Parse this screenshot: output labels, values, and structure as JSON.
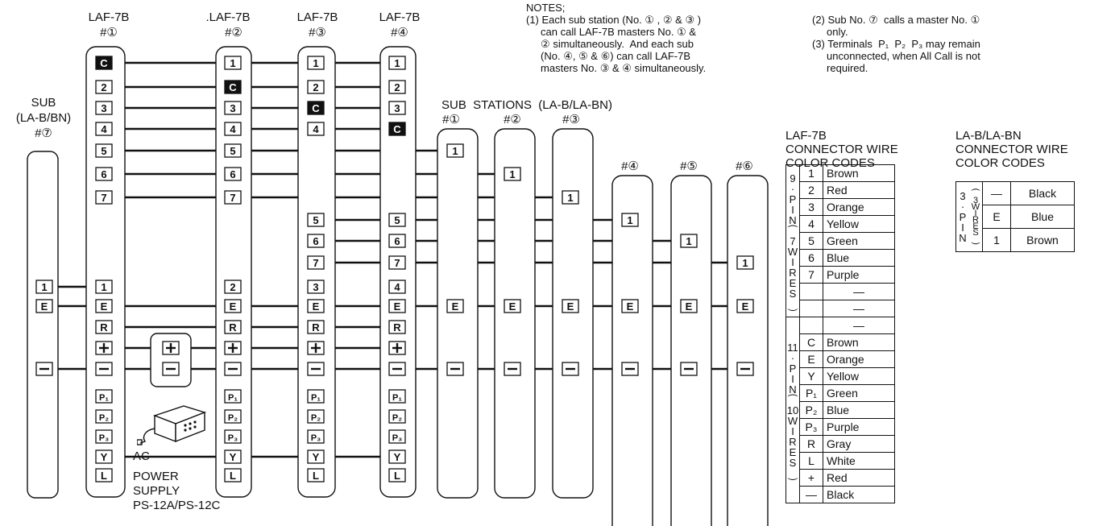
{
  "masters": [
    {
      "label": "LAF-7B",
      "num": "#①"
    },
    {
      "label": ".LAF-7B",
      "num": "#②"
    },
    {
      "label": "LAF-7B",
      "num": "#③"
    },
    {
      "label": "LAF-7B",
      "num": "#④"
    }
  ],
  "sub7": {
    "label": "SUB\n(LA-B/BN)\n#⑦"
  },
  "sub_stations_title": "SUB  STATIONS  (LA-B/LA-BN)",
  "subs": [
    "#①",
    "#②",
    "#③",
    "#④",
    "#⑤",
    "#⑥"
  ],
  "power_supply": {
    "ac": "AC",
    "label": "POWER\nSUPPLY\nPS-12A/PS-12C"
  },
  "notes": {
    "heading": "NOTES;",
    "n1": "(1) Each sub station (No. ① , ② & ③ )\n     can call LAF-7B masters No. ① &\n     ② simultaneously.  And each sub\n     (No. ④, ⑤ & ⑥) can call LAF-7B\n     masters No. ③ & ④ simultaneously.",
    "n2": "(2) Sub No. ⑦  calls a master No. ①\n     only.",
    "n3": "(3) Terminals  P₁  P₂  P₃ may remain\n     unconnected, when All Call is not\n     required."
  },
  "laf_table": {
    "title": "LAF-7B\nCONNECTOR WIRE\nCOLOR CODES",
    "g1": "9\n·\nP\nI\nN\n⏜\n7\nW\nI\nR\nE\nS\n⏝",
    "g2": "11\n·\nP\nI\nN\n⏜\n10\nW\nI\nR\nE\nS\n⏝",
    "rows9": [
      [
        "1",
        "Brown"
      ],
      [
        "2",
        "Red"
      ],
      [
        "3",
        "Orange"
      ],
      [
        "4",
        "Yellow"
      ],
      [
        "5",
        "Green"
      ],
      [
        "6",
        "Blue"
      ],
      [
        "7",
        "Purple"
      ],
      [
        "",
        "—"
      ],
      [
        "",
        "—"
      ]
    ],
    "rows11": [
      [
        "",
        "—"
      ],
      [
        "C",
        "Brown"
      ],
      [
        "E",
        "Orange"
      ],
      [
        "Y",
        "Yellow"
      ],
      [
        "P₁",
        "Green"
      ],
      [
        "P₂",
        "Blue"
      ],
      [
        "P₃",
        "Purple"
      ],
      [
        "R",
        "Gray"
      ],
      [
        "L",
        "White"
      ],
      [
        "+",
        "Red"
      ],
      [
        "—",
        "Black"
      ]
    ]
  },
  "la_table": {
    "title": "LA-B/LA-BN\nCONNECTOR WIRE\nCOLOR CODES",
    "g": "3\n·\nP\nI\nN",
    "g2": "⏜\n3\nW\nI\nR\nE\nS\n⏝",
    "rows": [
      [
        "—",
        "Black"
      ],
      [
        "E",
        "Blue"
      ],
      [
        "1",
        "Brown"
      ]
    ]
  },
  "terminals": {
    "m1": [
      "C",
      "2",
      "3",
      "4",
      "5",
      "6",
      "7",
      "1",
      "E",
      "R",
      "+",
      "—",
      "P₁",
      "P₂",
      "P₃",
      "Y",
      "L"
    ],
    "m2": [
      "1",
      "C",
      "3",
      "4",
      "5",
      "6",
      "7",
      "2",
      "E",
      "R",
      "+",
      "—",
      "P₁",
      "P₂",
      "P₃",
      "Y",
      "L"
    ],
    "m3": [
      "1",
      "2",
      "C",
      "4",
      "5",
      "6",
      "7",
      "3",
      "E",
      "R",
      "+",
      "—",
      "P₁",
      "P₂",
      "P₃",
      "Y",
      "L"
    ],
    "m4": [
      "1",
      "2",
      "3",
      "C",
      "5",
      "6",
      "7",
      "4",
      "E",
      "R",
      "+",
      "—",
      "P₁",
      "P₂",
      "P₃",
      "Y",
      "L"
    ],
    "sub7": [
      "1",
      "E",
      "—"
    ],
    "sub": [
      "1",
      "E",
      "—"
    ],
    "ps": [
      "+",
      "—"
    ]
  }
}
